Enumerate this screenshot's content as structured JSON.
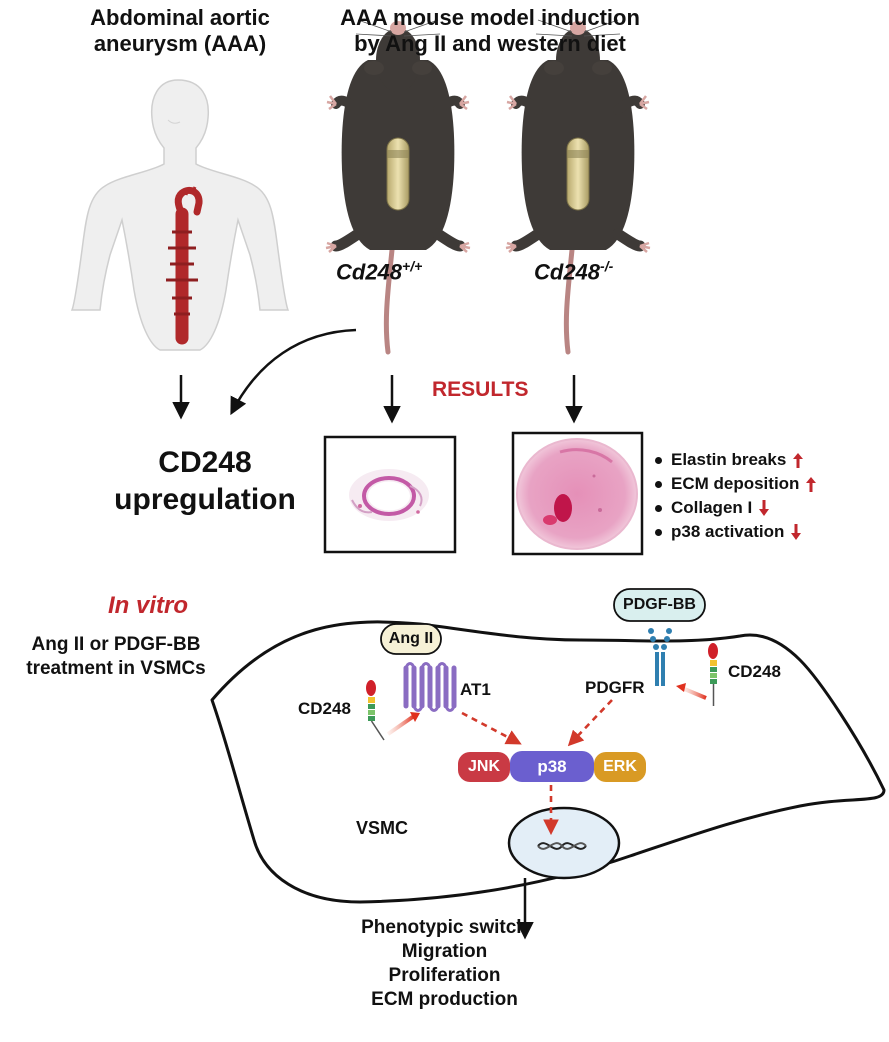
{
  "human_panel": {
    "title_line1": "Abdominal aortic",
    "title_line2": "aneurysm (AAA)"
  },
  "mouse_panel": {
    "title_line1": "AAA mouse model induction",
    "title_line2": "by Ang II and western diet",
    "wildtype": {
      "gene": "Cd248",
      "genotype": "+/+"
    },
    "knockout": {
      "gene": "Cd248",
      "genotype": "-/-"
    }
  },
  "results_label": "RESULTS",
  "upregulation": {
    "line1": "CD248",
    "line2": "upregulation"
  },
  "findings": [
    {
      "text": "Elastin breaks",
      "direction": "up"
    },
    {
      "text": "ECM deposition",
      "direction": "up"
    },
    {
      "text": "Collagen I",
      "direction": "down"
    },
    {
      "text": "p38 activation",
      "direction": "down"
    }
  ],
  "in_vitro": {
    "heading": "In vitro",
    "line1": "Ang II or PDGF-BB",
    "line2": "treatment in VSMCs"
  },
  "pathway": {
    "ang_ii": "Ang II",
    "at1": "AT1",
    "cd248_left": "CD248",
    "cd248_right": "CD248",
    "pdgf_bb": "PDGF-BB",
    "pdgfr": "PDGFR",
    "jnk": "JNK",
    "p38": "p38",
    "erk": "ERK",
    "vsmc": "VSMC"
  },
  "outcomes": [
    "Phenotypic switch",
    "Migration",
    "Proliferation",
    "ECM production"
  ],
  "colors": {
    "accent_red": "#c1272d",
    "dashed_red": "#d2392b",
    "jnk": "#c93a44",
    "p38": "#6b5fcf",
    "erk": "#d99a24",
    "ang_ii_bubble": "#f6f1d6",
    "pdgf_bubble": "#d9efee",
    "receptor_purple": "#8a6cc2",
    "pdgfr_blue": "#2f7fb0",
    "aorta": "#b0282a",
    "mouse_body": "#3e3a37",
    "nucleus": "#e3eef7"
  },
  "icons": {
    "human": "human-silhouette-icon",
    "mouse": "mouse-icon",
    "pump": "osmotic-pump-icon",
    "dna": "dna-helix-icon"
  }
}
